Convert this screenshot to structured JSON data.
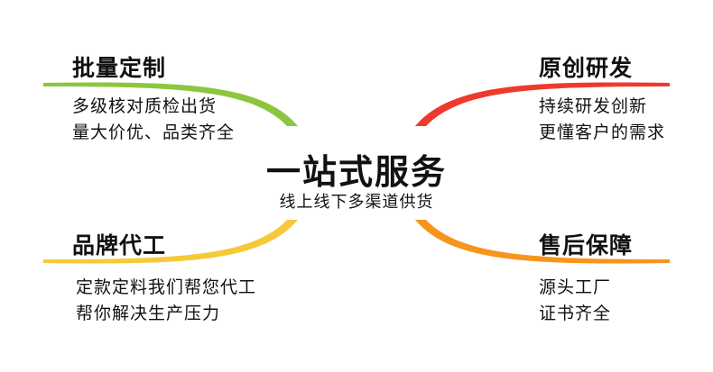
{
  "center": {
    "title": "一站式服务",
    "subtitle": "线上线下多渠道供货"
  },
  "branches": [
    {
      "title": "批量定制",
      "lines": [
        "多级核对质检出货",
        "量大价优、品类齐全"
      ],
      "color": "#8cc63f"
    },
    {
      "title": "原创研发",
      "lines": [
        "持续研发创新",
        "更懂客户的需求"
      ],
      "color": "#ee3a2c"
    },
    {
      "title": "品牌代工",
      "lines": [
        "定款定料我们帮您代工",
        "帮你解决生产压力"
      ],
      "color": "#f5c93a"
    },
    {
      "title": "售后保障",
      "lines": [
        "源头工厂",
        "证书齐全"
      ],
      "color": "#f7941d"
    }
  ]
}
